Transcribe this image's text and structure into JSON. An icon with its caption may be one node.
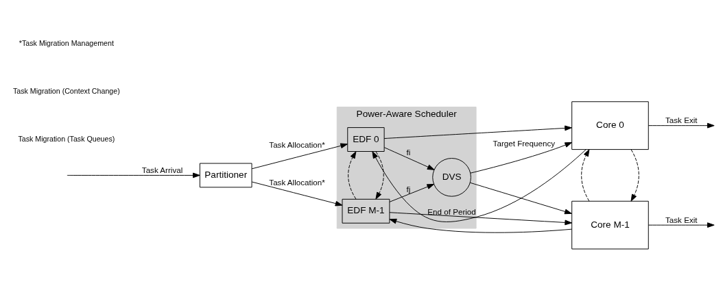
{
  "diagram": {
    "nodes": [
      {
        "text": [
          "Power-Aware Scheduler"
        ]
      },
      {
        "text": [
          "EDF 0"
        ],
        "in": 0
      },
      {
        "text": [
          "EDF M-1"
        ],
        "in": 0
      },
      {
        "text": [
          "DVS"
        ],
        "in": 0
      },
      {
        "text": [
          "Partitioner"
        ]
      },
      {
        "text": [
          "Core 0"
        ]
      },
      {
        "text": [
          "Core M-1"
        ]
      }
    ],
    "edges": [
      {
        "from": null,
        "to": 4,
        "arrow": "to",
        "label": "Task Arrival"
      },
      {
        "from": 4,
        "to": 1,
        "arrow": "to",
        "label": "Task Allocation*"
      },
      {
        "from": 4,
        "to": 2,
        "arrow": "to",
        "label": "Task Allocation*"
      },
      {
        "from": 1,
        "to": 5,
        "arrow": "to"
      },
      {
        "from": 2,
        "to": 6,
        "arrow": "to"
      },
      {
        "from": 1,
        "to": 3,
        "arrow": "to",
        "label": "fi"
      },
      {
        "from": 2,
        "to": 3,
        "arrow": "to",
        "label": "fj"
      },
      {
        "from": 3,
        "to": 5,
        "arrow": "to",
        "label": "Target Frequency"
      },
      {
        "from": 3,
        "to": 6,
        "arrow": "to"
      },
      {
        "from": 5,
        "to": 1,
        "arrow": "to",
        "label": "End of Period"
      },
      {
        "from": 6,
        "to": 2,
        "arrow": "to"
      },
      {
        "from": 1,
        "to": 2,
        "arrow": "to",
        "style": "dashed"
      },
      {
        "from": 2,
        "to": 1,
        "arrow": "to",
        "style": "dashed"
      },
      {
        "from": 5,
        "to": 6,
        "arrow": "to",
        "style": "dashed"
      },
      {
        "from": 6,
        "to": 5,
        "arrow": "to",
        "style": "dashed"
      },
      {
        "from": 5,
        "to": null,
        "arrow": "to",
        "label": "Task Exit"
      },
      {
        "from": 6,
        "to": null,
        "arrow": "to",
        "label": "Task Exit"
      }
    ],
    "labels": [
      "Task Migration (Task Queues)",
      "Task Migration (Context Change)",
      "*Task Migration Management"
    ]
  }
}
